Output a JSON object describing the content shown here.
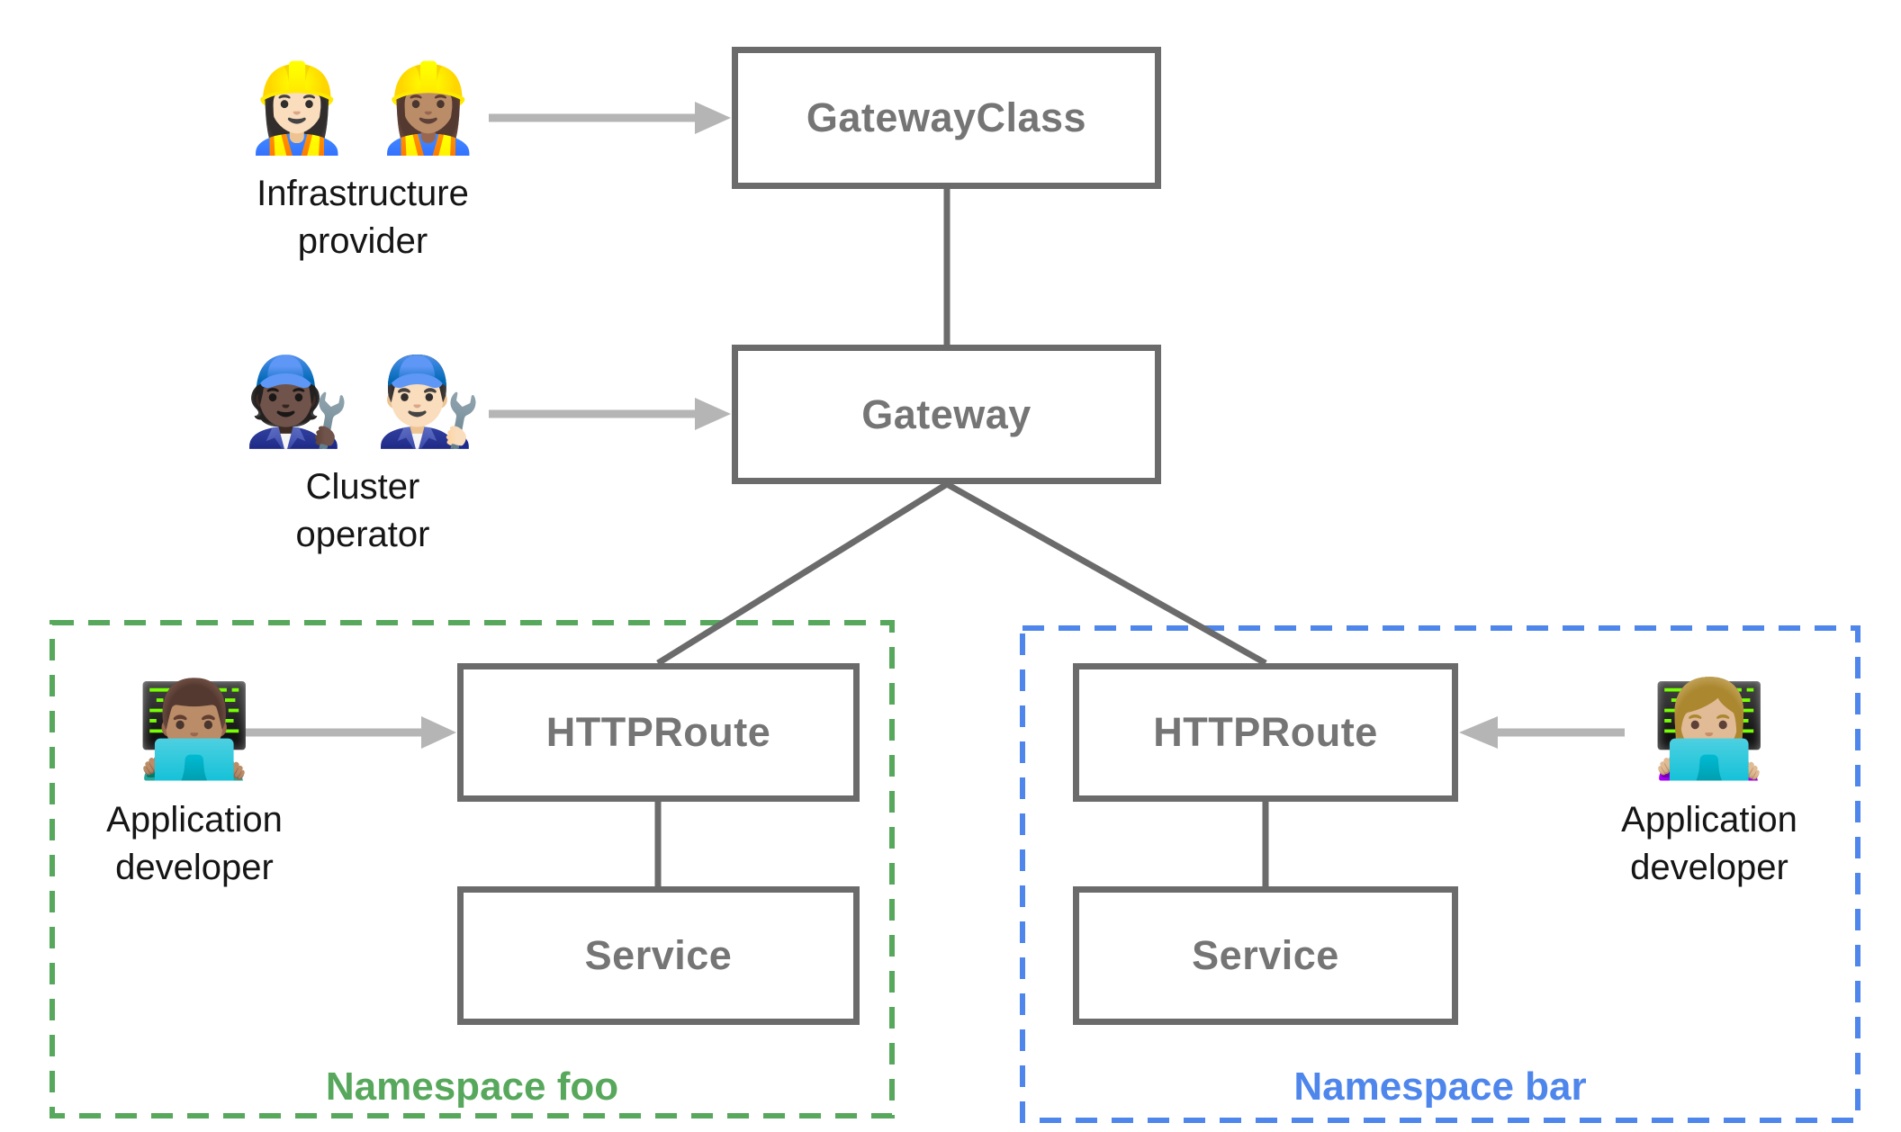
{
  "colors": {
    "connector": "#6b6b6b",
    "node_border": "#6b6b6b",
    "node_text": "#757575",
    "arrow": "#b5b5b5",
    "persona_text": "#151515",
    "namespace_foo": "#57a85c",
    "namespace_bar": "#4e86ec",
    "background": "#ffffff"
  },
  "nodes": {
    "gateway_class": "GatewayClass",
    "gateway": "Gateway",
    "httproute_foo": "HTTPRoute",
    "service_foo": "Service",
    "httproute_bar": "HTTPRoute",
    "service_bar": "Service"
  },
  "namespaces": {
    "foo": "Namespace foo",
    "bar": "Namespace bar"
  },
  "personas": {
    "infrastructure_provider": {
      "emoji": "👷🏻‍♀️ 👷🏽‍♀️",
      "label": "Infrastructure\nprovider"
    },
    "cluster_operator": {
      "emoji": "🧑🏿‍🔧 👨🏻‍🔧",
      "label": "Cluster\noperator"
    },
    "app_developer_foo": {
      "emoji": "👨🏽‍💻",
      "label": "Application\ndeveloper"
    },
    "app_developer_bar": {
      "emoji": "👩🏼‍💻",
      "label": "Application\ndeveloper"
    }
  }
}
